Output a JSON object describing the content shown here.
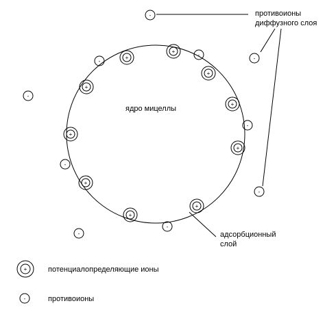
{
  "diagram": {
    "core_label": "ядро мицеллы",
    "diffuse_label_line1": "противоионы",
    "diffuse_label_line2": "диффузного слоя",
    "adsorption_label_line1": "адсорбционный",
    "adsorption_label_line2": "слой",
    "plus_sign": "+",
    "minus_sign": "-"
  },
  "legend": {
    "potential_ions": "потенциалопределяющие ионы",
    "counter_ions": "противоионы"
  }
}
